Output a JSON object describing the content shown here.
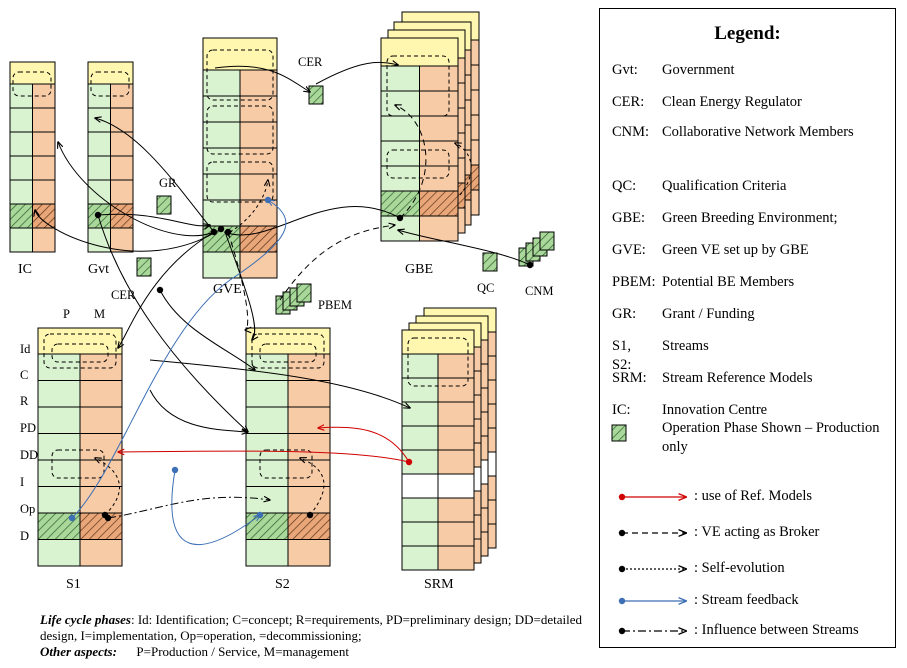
{
  "diagram": {
    "structures": {
      "ic": "IC",
      "gvt": "Gvt",
      "gve": "GVE",
      "gbe": "GBE",
      "s1": "S1",
      "s2": "S2",
      "srm": "SRM"
    },
    "floating_labels": {
      "cer_top": "CER",
      "cer_left": "CER",
      "gr": "GR",
      "pbem": "PBEM",
      "qc": "QC",
      "cnm": "CNM"
    },
    "column_headers": [
      "P",
      "M"
    ],
    "phase_labels": [
      "Id",
      "C",
      "R",
      "PD",
      "DD",
      "I",
      "Op",
      "D"
    ]
  },
  "colors": {
    "green": "#d9f2cf",
    "orange": "#f8cba7",
    "yellow": "#fff7b0",
    "red": "#d00000",
    "blue": "#3c6fb5"
  },
  "legend": {
    "title": "Legend:",
    "entries": [
      {
        "abbr": "Gvt:",
        "desc": "Government"
      },
      {
        "abbr": "CER:",
        "desc": "Clean Energy Regulator"
      },
      {
        "abbr": "CNM:",
        "desc": "Collaborative Network Members"
      },
      {
        "abbr": "QC:",
        "desc": "Qualification Criteria"
      },
      {
        "abbr": "GBE:",
        "desc": "Green Breeding Environment;"
      },
      {
        "abbr": "GVE:",
        "desc": "Green VE set up by GBE"
      },
      {
        "abbr": "PBEM:",
        "desc": "Potential BE Members"
      },
      {
        "abbr": "GR:",
        "desc": "Grant / Funding"
      },
      {
        "abbr": "S1, S2:",
        "desc": "Streams"
      },
      {
        "abbr": "SRM:",
        "desc": "Stream Reference Models"
      },
      {
        "abbr": "IC:",
        "desc": "Innovation Centre"
      },
      {
        "abbr": ":",
        "desc": "Operation Phase Shown – Production only"
      }
    ],
    "arrows": [
      {
        "label": ": use of Ref. Models",
        "style": "red"
      },
      {
        "label": ": VE acting as Broker",
        "style": "dashed"
      },
      {
        "label": ": Self-evolution",
        "style": "dotted"
      },
      {
        "label": ": Stream feedback",
        "style": "blue"
      },
      {
        "label": ": Influence between Streams",
        "style": "dashdot"
      }
    ]
  },
  "caption": {
    "line1_label": "Life cycle phases",
    "line1_text": ": Id: Identification; C=concept; R=requirements, PD=preliminary design; DD=detailed design, I=implementation, Op=operation, =decommissioning;",
    "line2_label": "Other aspects:",
    "line2_text": "P=Production / Service, M=management"
  }
}
